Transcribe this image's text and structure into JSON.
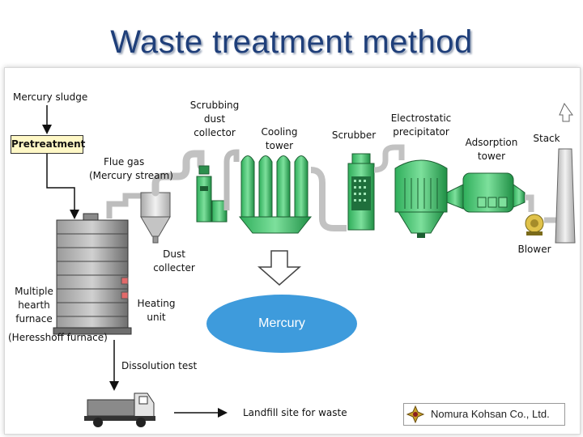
{
  "title": "Waste treatment method",
  "labels": {
    "mercury_sludge": "Mercury sludge",
    "pretreatment": "Pretreatment",
    "flue_gas_1": "Flue gas",
    "flue_gas_2": "(Mercury stream)",
    "scrubbing_1": "Scrubbing",
    "scrubbing_2": "dust",
    "scrubbing_3": "collector",
    "cooling_1": "Cooling",
    "cooling_2": "tower",
    "scrubber": "Scrubber",
    "electro_1": "Electrostatic",
    "electro_2": "precipitator",
    "adsorption_1": "Adsorption",
    "adsorption_2": "tower",
    "stack": "Stack",
    "dust_1": "Dust",
    "dust_2": "collecter",
    "blower": "Blower",
    "furnace_1": "Multiple",
    "furnace_2": "hearth",
    "furnace_3": "furnace",
    "furnace_4": "(Heresshoff furnace)",
    "heating_1": "Heating",
    "heating_2": "unit",
    "dissolution": "Dissolution test",
    "landfill": "Landfill site for waste",
    "mercury": "Mercury"
  },
  "company": "Nomura Kohsan Co., Ltd.",
  "colors": {
    "title": "#1f3f7a",
    "equipment_green": "#3cc26b",
    "equipment_dark_green": "#1f8f45",
    "duct_gray": "#c9c9c9",
    "furnace_gray": "#7a7a7a",
    "mercury_blue": "#3e9bdc",
    "pretreatment_fill": "#fff8c6"
  }
}
